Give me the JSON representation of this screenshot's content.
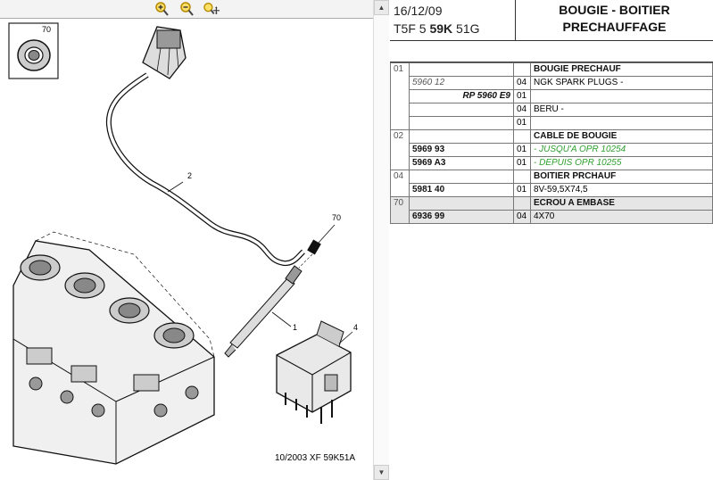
{
  "diagram": {
    "label_70_box": "70",
    "label_70": "70",
    "label_1": "1",
    "label_2": "2",
    "label_4": "4",
    "footer_ref": "10/2003   XF 59K51A"
  },
  "header": {
    "date": "16/12/09",
    "code_prefix": "T5F 5 ",
    "code_bold": "59K",
    "code_suffix": " 51G",
    "title_line1": "BOUGIE - BOITIER",
    "title_line2": "PRECHAUFFAGE"
  },
  "parts": {
    "p01": {
      "ref": "01",
      "name": "BOUGIE PRECHAUF",
      "rows": [
        {
          "num": "5960 12",
          "qty": "04",
          "desc": "NGK SPARK PLUGS -"
        },
        {
          "num": "RP 5960 E9",
          "qty": "01",
          "desc": ""
        },
        {
          "num": "",
          "qty": "04",
          "desc": "BERU -"
        },
        {
          "num": "",
          "qty": "01",
          "desc": ""
        }
      ]
    },
    "p02": {
      "ref": "02",
      "name": "CABLE DE BOUGIE",
      "rows": [
        {
          "num": "5969 93",
          "qty": "01",
          "desc": "- JUSQU'A OPR 10254"
        },
        {
          "num": "5969 A3",
          "qty": "01",
          "desc": "- DEPUIS OPR 10255"
        }
      ]
    },
    "p04": {
      "ref": "04",
      "name": "BOITIER PRCHAUF",
      "rows": [
        {
          "num": "5981 40",
          "qty": "01",
          "desc": "8V-59,5X74,5"
        }
      ]
    },
    "p70": {
      "ref": "70",
      "name": "ECROU A EMBASE",
      "rows": [
        {
          "num": "6936 99",
          "qty": "04",
          "desc": "4X70"
        }
      ]
    }
  },
  "colors": {
    "highlight_green": "#2e9e2e",
    "row_gray": "#e6e6e6"
  }
}
